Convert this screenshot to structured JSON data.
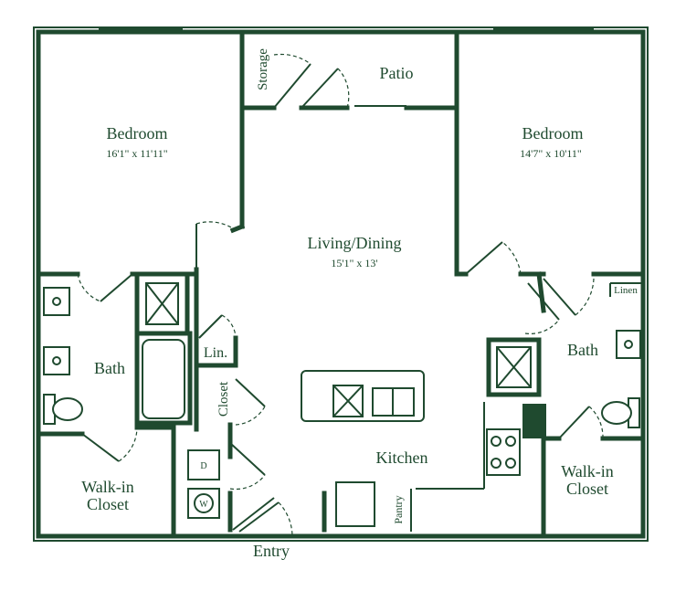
{
  "rooms": {
    "bedroom_left": {
      "label": "Bedroom",
      "dims": "16'1\" x 11'11\""
    },
    "bedroom_right": {
      "label": "Bedroom",
      "dims": "14'7\" x 10'11\""
    },
    "living": {
      "label": "Living/Dining",
      "dims": "15'1\" x 13'"
    },
    "patio": {
      "label": "Patio"
    },
    "storage": {
      "label": "Storage"
    },
    "bath_left": {
      "label": "Bath"
    },
    "bath_right": {
      "label": "Bath"
    },
    "linen_small": {
      "label": "Lin."
    },
    "linen_right": {
      "label": "Linen"
    },
    "closet": {
      "label": "Closet"
    },
    "kitchen": {
      "label": "Kitchen"
    },
    "pantry": {
      "label": "Pantry"
    },
    "walkin_left": {
      "line1": "Walk-in",
      "line2": "Closet"
    },
    "walkin_right": {
      "line1": "Walk-in",
      "line2": "Closet"
    },
    "dryer": {
      "label": "D"
    },
    "washer": {
      "label": "W"
    },
    "entry": {
      "label": "Entry"
    }
  },
  "colors": {
    "ink": "#1f4a2f",
    "paper": "#ffffff"
  }
}
